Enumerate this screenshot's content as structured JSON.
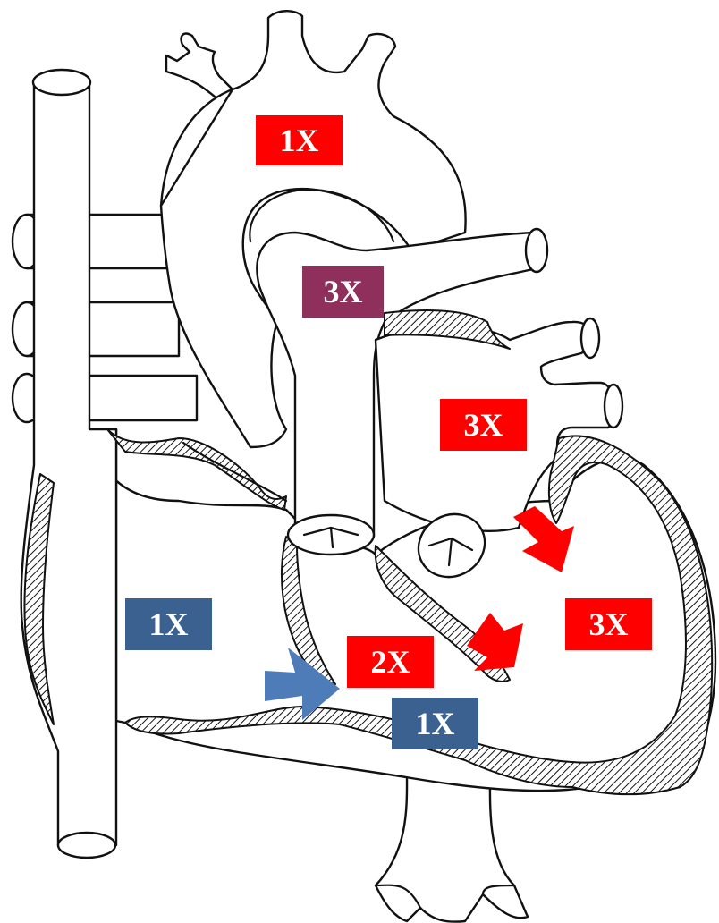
{
  "colors": {
    "oxygenated": "#ff0000",
    "deoxygenated": "#3b6190",
    "mixed": "#8e2f5c",
    "arrow_blue": "#4e7cb8"
  },
  "labels": {
    "aortic_arch": "1X",
    "pulmonary_trunk": "3X",
    "left_atrium": "3X",
    "left_ventricle": "3X",
    "right_atrium": "1X",
    "septal_defect": "2X",
    "right_ventricle": "1X"
  }
}
